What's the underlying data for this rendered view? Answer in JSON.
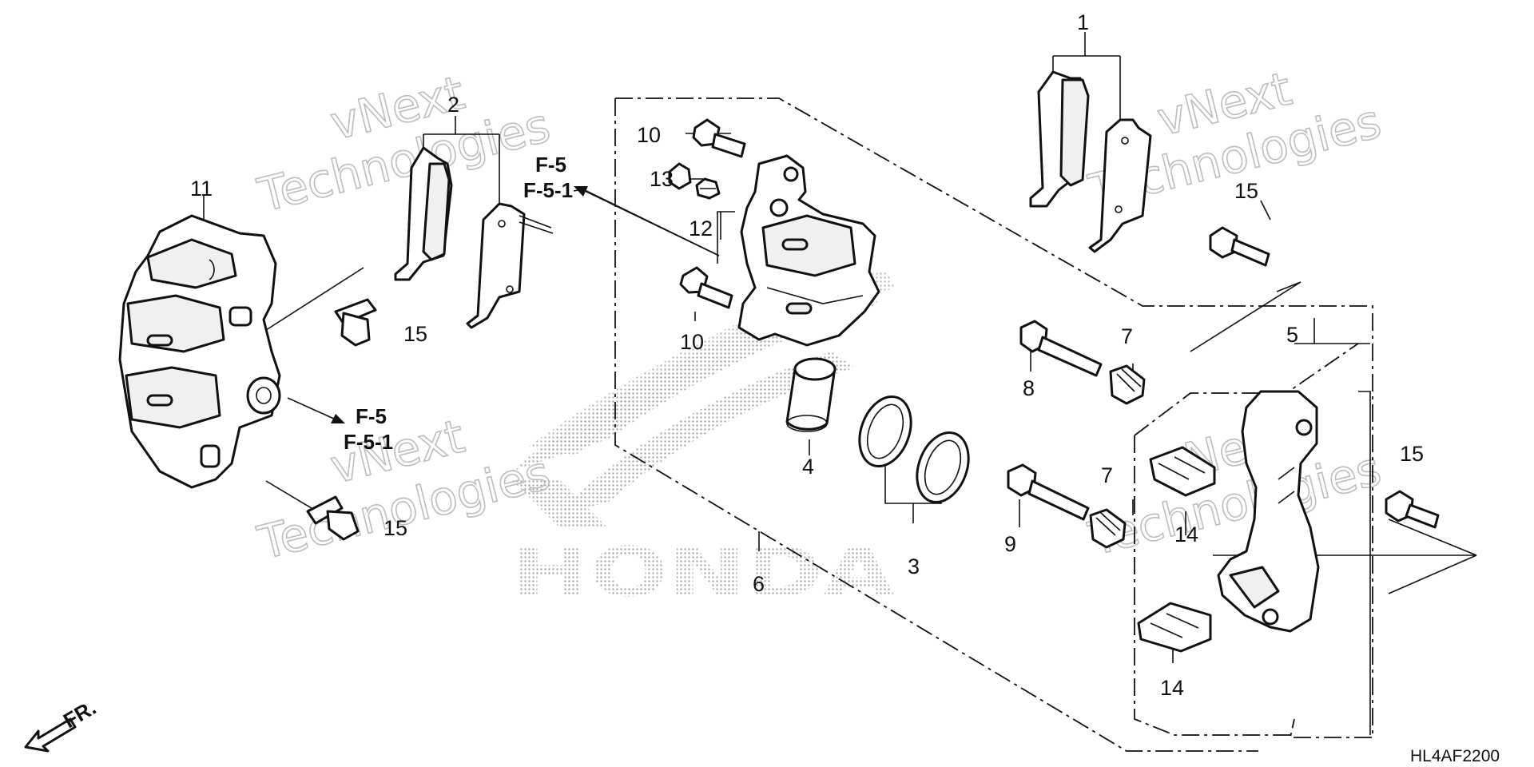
{
  "callouts": {
    "c1": "1",
    "c2": "2",
    "c3": "3",
    "c4": "4",
    "c5": "5",
    "c6": "6",
    "c7a": "7",
    "c7b": "7",
    "c8": "8",
    "c9": "9",
    "c10a": "10",
    "c10b": "10",
    "c11": "11",
    "c12": "12",
    "c13": "13",
    "c14a": "14",
    "c14b": "14",
    "c15a": "15",
    "c15b": "15",
    "c15c": "15",
    "c15d": "15"
  },
  "references": {
    "ref_a_line1": "F-5",
    "ref_a_line2": "F-5-1",
    "ref_b_line1": "F-5",
    "ref_b_line2": "F-5-1"
  },
  "front_label": "FR.",
  "diagram_code": "HL4AF2200",
  "watermark": {
    "line1": "vNext",
    "line2": "Technologies"
  },
  "brand_logo_text": "HONDA",
  "colors": {
    "ink": "#111111",
    "watermark": "#bdbdbd",
    "logo_dots": "#a9a9a9"
  }
}
